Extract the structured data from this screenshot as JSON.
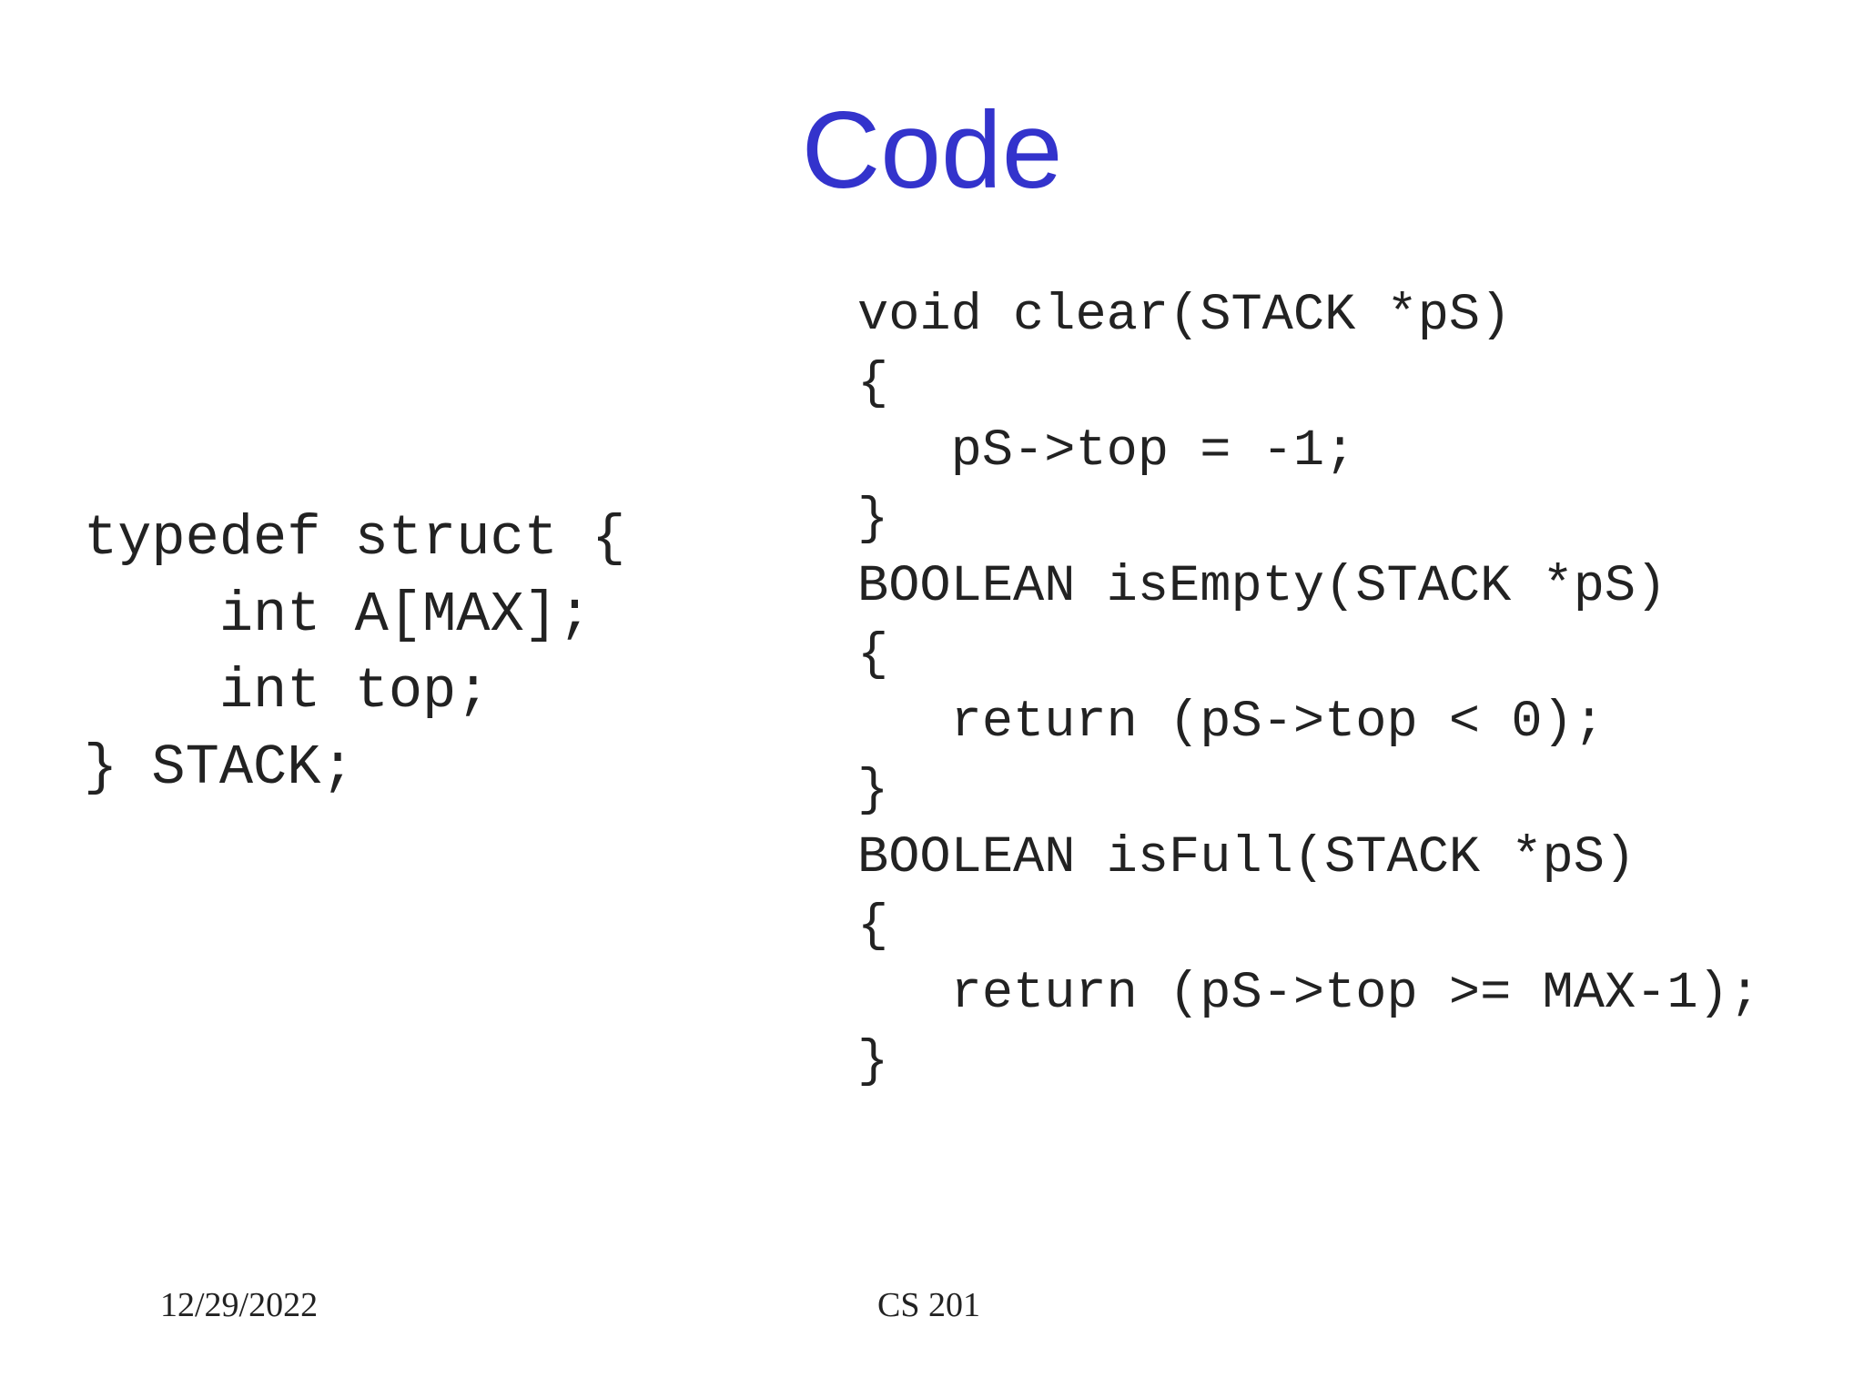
{
  "slide": {
    "title": "Code",
    "code_left": [
      "typedef struct {",
      "    int A[MAX];",
      "    int top;",
      "} STACK;"
    ],
    "code_right": [
      "void clear(STACK *pS)",
      "{",
      "   pS->top = -1;",
      "}",
      "",
      "BOOLEAN isEmpty(STACK *pS)",
      "{",
      "   return (pS->top < 0);",
      "}",
      "",
      "BOOLEAN isFull(STACK *pS)",
      "{",
      "   return (pS->top >= MAX-1);",
      "}"
    ],
    "footer": {
      "date": "12/29/2022",
      "course": "CS 201"
    },
    "colors": {
      "title": "#3333cc",
      "text": "#222222",
      "background": "#ffffff"
    }
  }
}
